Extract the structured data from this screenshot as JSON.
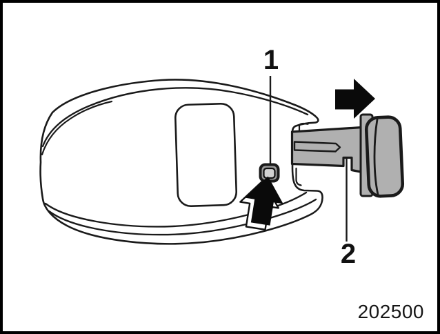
{
  "figure": {
    "description": "Key fob illustration with emergency key being removed",
    "callouts": [
      {
        "label": "1"
      },
      {
        "label": "2"
      }
    ],
    "figure_number": "202500",
    "icons": {
      "extract_direction": "right-arrow",
      "press_button": "up-arrow"
    }
  },
  "colors": {
    "outline": "#1a1a1a",
    "key_fill": "#b0b0b0",
    "button_inner_fill": "#d2d2d2",
    "arrow": "#0a0a0a",
    "background": "#ffffff",
    "border": "#000000"
  }
}
